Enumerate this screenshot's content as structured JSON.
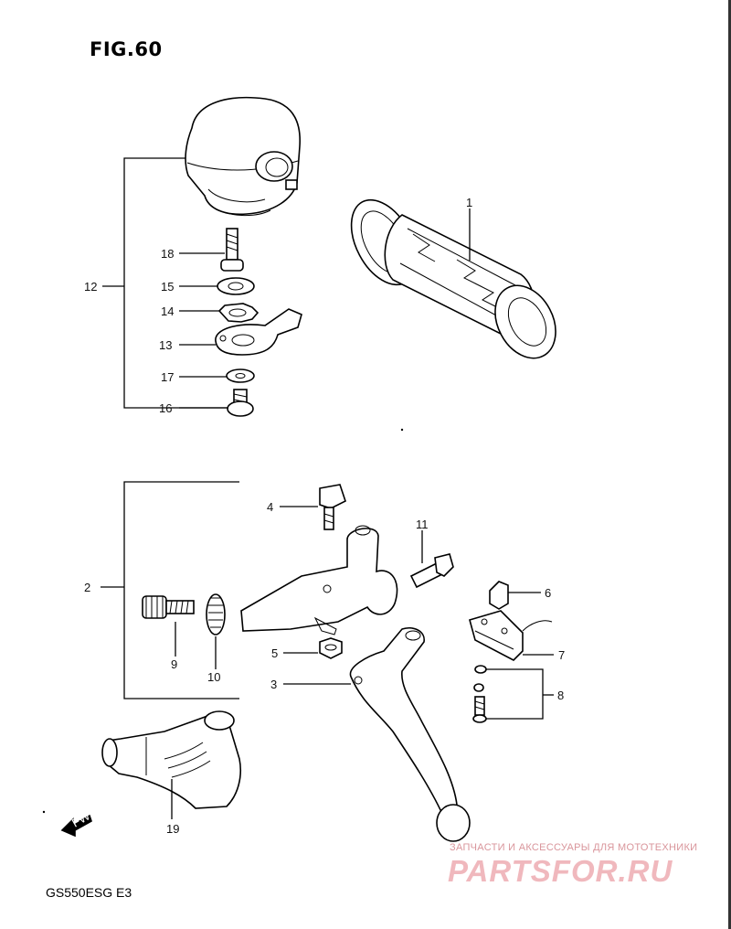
{
  "figure": {
    "title": "FIG.60",
    "model_code": "GS550ESG  E3"
  },
  "callouts": [
    {
      "id": "c1",
      "label": "1"
    },
    {
      "id": "c2",
      "label": "2"
    },
    {
      "id": "c3",
      "label": "3"
    },
    {
      "id": "c4",
      "label": "4"
    },
    {
      "id": "c5",
      "label": "5"
    },
    {
      "id": "c6",
      "label": "6"
    },
    {
      "id": "c7",
      "label": "7"
    },
    {
      "id": "c8",
      "label": "8"
    },
    {
      "id": "c9",
      "label": "9"
    },
    {
      "id": "c10",
      "label": "10"
    },
    {
      "id": "c11",
      "label": "11"
    },
    {
      "id": "c12",
      "label": "12"
    },
    {
      "id": "c13",
      "label": "13"
    },
    {
      "id": "c14",
      "label": "14"
    },
    {
      "id": "c15",
      "label": "15"
    },
    {
      "id": "c16",
      "label": "16"
    },
    {
      "id": "c17",
      "label": "17"
    },
    {
      "id": "c18",
      "label": "18"
    },
    {
      "id": "c19",
      "label": "19"
    }
  ],
  "direction_marker": {
    "label": "FWD"
  },
  "watermark": {
    "tagline": "ЗАПЧАСТИ И АКСЕССУАРЫ ДЛЯ МОТОТЕХНИКИ",
    "brand": "PARTSFOR.RU"
  }
}
